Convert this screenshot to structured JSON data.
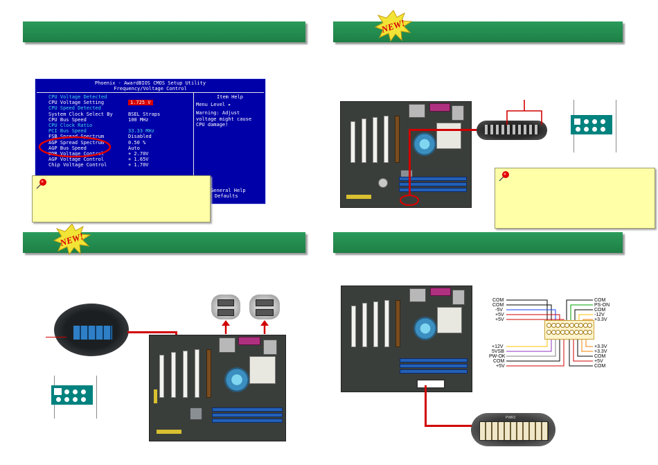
{
  "bios": {
    "title": "Phoenix - AwardBIOS CMOS Setup Utility",
    "subtitle": "Frequency/Voltage Control",
    "rows": [
      {
        "label": "CPU Voltage Detected",
        "value": "",
        "dim": true
      },
      {
        "label": "CPU Voltage Setting",
        "value": "1.725 V",
        "dim": false,
        "selected": true
      },
      {
        "label": "CPU Speed Detected",
        "value": "",
        "dim": true
      },
      {
        "label": "System Clock Select By",
        "value": "BSEL Straps",
        "dim": false
      },
      {
        "label": "CPU Bus Speed",
        "value": "100 MHz",
        "dim": false
      },
      {
        "label": "CPU Clock Ratio",
        "value": "",
        "dim": true
      },
      {
        "label": "PCI Bus Speed",
        "value": "33.33 MHz",
        "dim": true
      },
      {
        "label": "FSB Spread Spectrum",
        "value": "Disabled",
        "dim": false
      },
      {
        "label": "AGP Spread Spectrum",
        "value": "0.50 %",
        "dim": false
      },
      {
        "label": "AGP Bus Speed",
        "value": "Auto",
        "dim": false
      },
      {
        "label": "DDR Voltage Control",
        "value": "+ 2.70V",
        "dim": false
      },
      {
        "label": "AGP Voltage Control",
        "value": "+ 1.65V",
        "dim": false
      },
      {
        "label": "Chip Voltage Control",
        "value": "+ 1.70V",
        "dim": false
      }
    ],
    "help_title": "Item Help",
    "menu_level": "Menu Level   ▸",
    "help_text": [
      "Warning: Adjust",
      "voltage might cause",
      "CPU damage!"
    ],
    "footer_1": "t  F1:General Help",
    "footer_2": "rbo Defaults"
  },
  "badges": {
    "new_1": "NEW!",
    "new_2": "NEW!"
  },
  "atx": {
    "left_labels": [
      "COM",
      "COM",
      "-5V",
      "+5V",
      "+5V"
    ],
    "right_labels": [
      "COM",
      "PS-ON",
      "COM",
      "-12V",
      "+3.3V"
    ],
    "left_bottom_labels": [
      "+12V",
      "5VSB",
      "PW-OK",
      "COM",
      "+5V"
    ],
    "right_bottom_labels": [
      "+3.3V",
      "+3.3V",
      "COM",
      "+5V",
      "COM"
    ],
    "connector_label": "PWR2"
  },
  "colors": {
    "header_green": "#1e7f45",
    "bios_blue": "#0000a8",
    "note_yellow": "#ffffa8",
    "wire_red": "#d00000"
  }
}
